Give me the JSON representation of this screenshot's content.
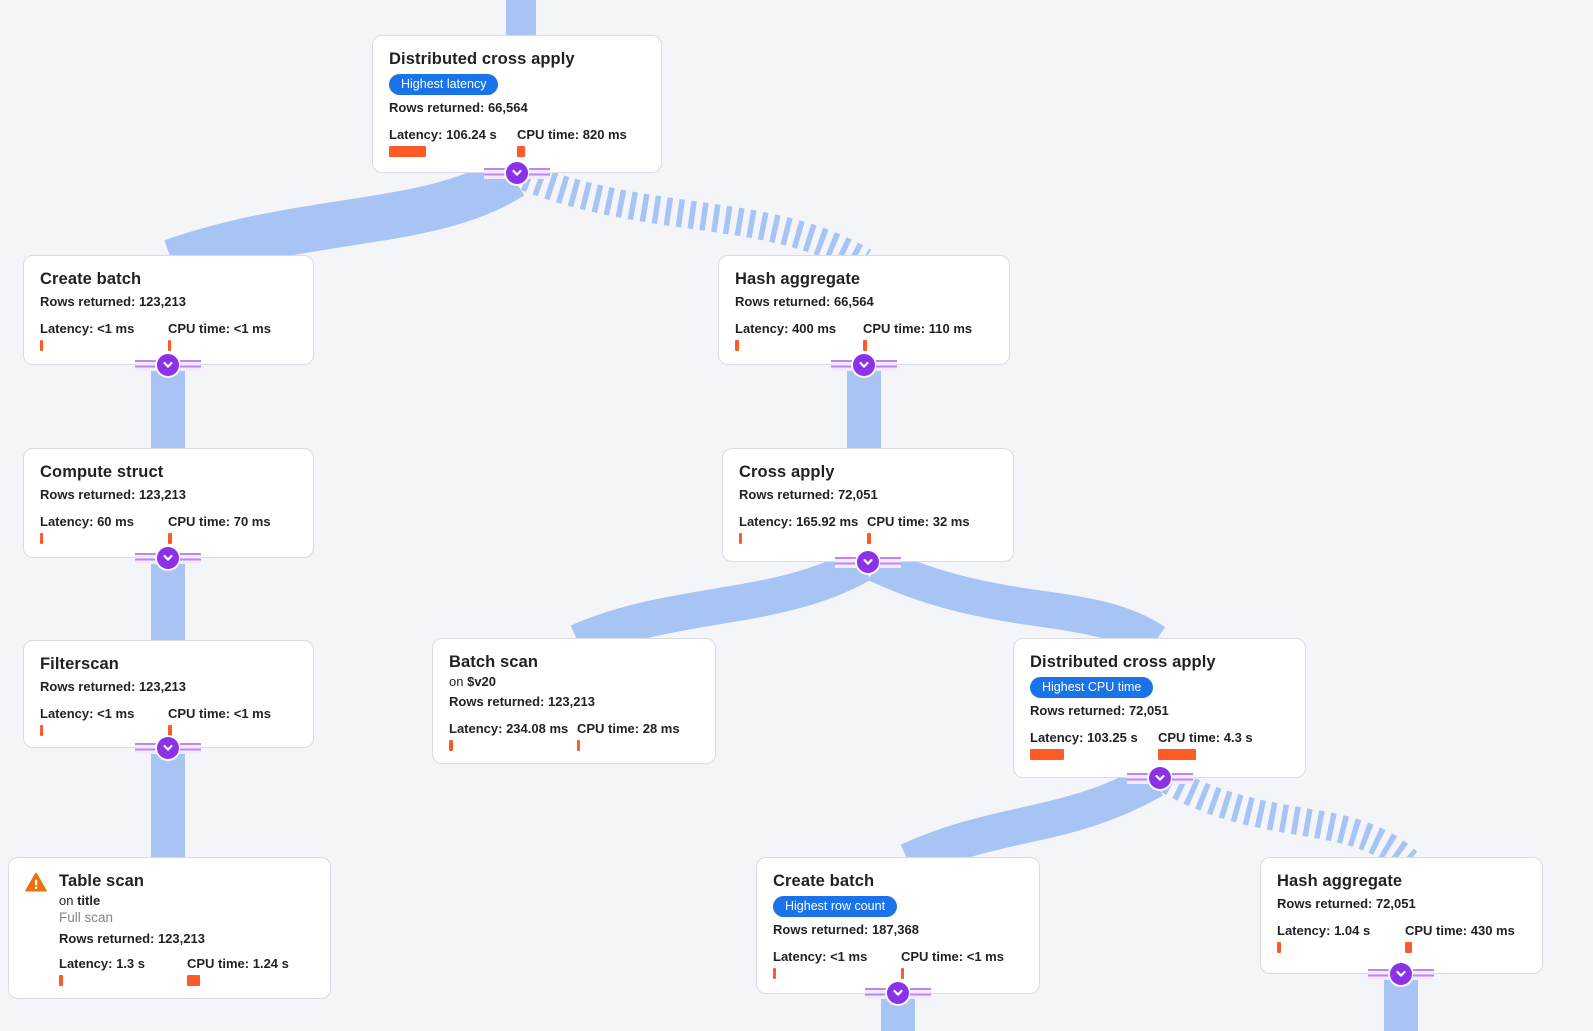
{
  "colors": {
    "background": "#f3f5f9",
    "edge_blue": "#a7c4f4",
    "connector_purple": "#8c32e6",
    "badge_blue": "#1a73e8",
    "metric_bar_orange": "#ff5b26",
    "warning_orange": "#e8710a",
    "card_border": "#d9dce1",
    "muted_text": "#80868b"
  },
  "nodes": [
    {
      "title": "Distributed cross apply",
      "badge": "Highest latency",
      "rows": "Rows returned: 66,564",
      "latency": "Latency: 106.24 s",
      "cpu": "CPU time: 820 ms",
      "latency_bar": 37,
      "cpu_bar": 8
    },
    {
      "title": "Create batch",
      "rows": "Rows returned: 123,213",
      "latency": "Latency: <1 ms",
      "cpu": "CPU time: <1 ms",
      "latency_bar": 3,
      "cpu_bar": 3
    },
    {
      "title": "Hash aggregate",
      "rows": "Rows returned: 66,564",
      "latency": "Latency: 400 ms",
      "cpu": "CPU time: 110 ms",
      "latency_bar": 4,
      "cpu_bar": 4
    },
    {
      "title": "Compute struct",
      "rows": "Rows returned: 123,213",
      "latency": "Latency: 60 ms",
      "cpu": "CPU time: 70 ms",
      "latency_bar": 3,
      "cpu_bar": 4
    },
    {
      "title": "Cross apply",
      "rows": "Rows returned: 72,051",
      "latency": "Latency: 165.92 ms",
      "cpu": "CPU time: 32 ms",
      "latency_bar": 3,
      "cpu_bar": 4
    },
    {
      "title": "Filterscan",
      "rows": "Rows returned: 123,213",
      "latency": "Latency: <1 ms",
      "cpu": "CPU time: <1 ms",
      "latency_bar": 3,
      "cpu_bar": 4
    },
    {
      "title": "Batch scan",
      "on_prefix": "on",
      "on_target": "$v20",
      "rows": "Rows returned: 123,213",
      "latency": "Latency: 234.08 ms",
      "cpu": "CPU time: 28 ms",
      "latency_bar": 4,
      "cpu_bar": 3
    },
    {
      "title": "Distributed cross apply",
      "badge": "Highest CPU time",
      "rows": "Rows returned: 72,051",
      "latency": "Latency: 103.25 s",
      "cpu": "CPU time: 4.3 s",
      "latency_bar": 34,
      "cpu_bar": 38
    },
    {
      "title": "Table scan",
      "on_prefix": "on",
      "on_target": "title",
      "subtitle": "Full scan",
      "rows": "Rows returned: 123,213",
      "latency": "Latency: 1.3 s",
      "cpu": "CPU time: 1.24 s",
      "latency_bar": 4,
      "cpu_bar": 13
    },
    {
      "title": "Create batch",
      "badge": "Highest row count",
      "rows": "Rows returned: 187,368",
      "latency": "Latency: <1 ms",
      "cpu": "CPU time: <1 ms",
      "latency_bar": 3,
      "cpu_bar": 3
    },
    {
      "title": "Hash aggregate",
      "rows": "Rows returned: 72,051",
      "latency": "Latency: 1.04 s",
      "cpu": "CPU time: 430 ms",
      "latency_bar": 4,
      "cpu_bar": 7
    }
  ]
}
